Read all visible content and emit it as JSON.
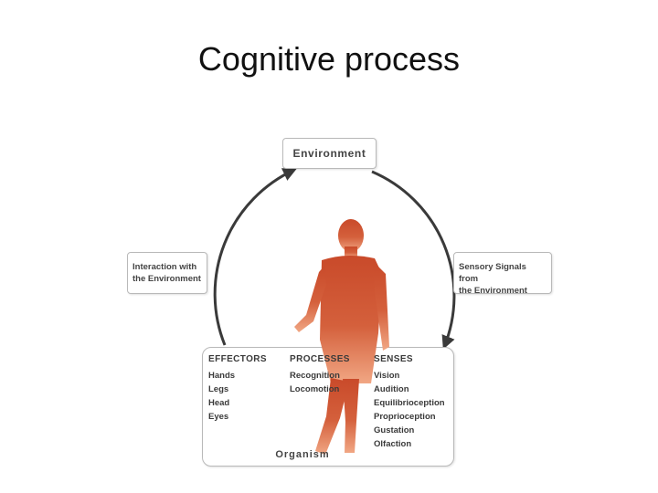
{
  "title": "Cognitive process",
  "diagram": {
    "environment": "Environment",
    "interaction": [
      "Interaction with",
      "the Environment"
    ],
    "sensory": [
      "Sensory Signals from",
      "the Environment"
    ],
    "organism": "Organism",
    "columns": {
      "effectors": {
        "heading": "EFFECTORS",
        "items": [
          "Hands",
          "Legs",
          "Head",
          "Eyes"
        ]
      },
      "processes": {
        "heading": "PROCESSES",
        "items": [
          "Recognition",
          "Locomotion"
        ]
      },
      "senses": {
        "heading": "SENSES",
        "items": [
          "Vision",
          "Audition",
          "Equilibrioception",
          "Proprioception",
          "Gustation",
          "Olfaction"
        ]
      }
    }
  },
  "colors": {
    "figure": "#c94a2a",
    "figure_fade": "#f1a784",
    "arrow": "#3a3a3a"
  }
}
